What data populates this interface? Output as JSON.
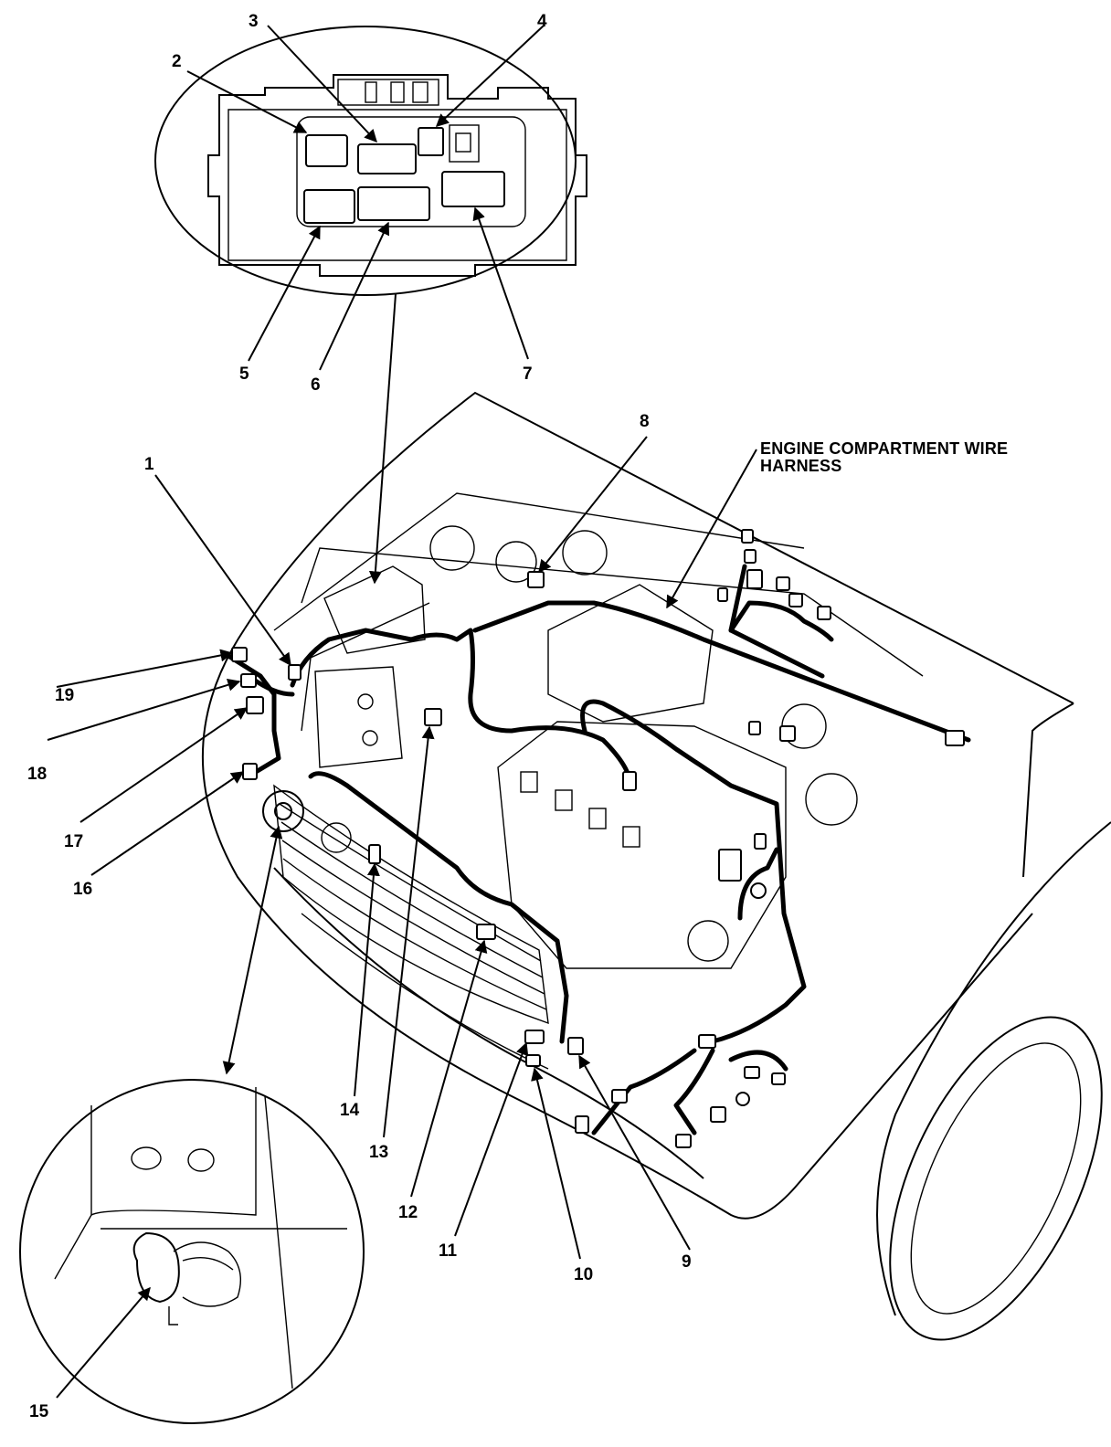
{
  "harness_label": {
    "line1": "ENGINE COMPARTMENT WIRE",
    "line2": "HARNESS"
  },
  "callouts": {
    "c1": "1",
    "c2": "2",
    "c3": "3",
    "c4": "4",
    "c5": "5",
    "c6": "6",
    "c7": "7",
    "c8": "8",
    "c9": "9",
    "c10": "10",
    "c11": "11",
    "c12": "12",
    "c13": "13",
    "c14": "14",
    "c15": "15",
    "c16": "16",
    "c17": "17",
    "c18": "18",
    "c19": "19"
  },
  "colors": {
    "ink": "#000000",
    "background": "#ffffff"
  }
}
